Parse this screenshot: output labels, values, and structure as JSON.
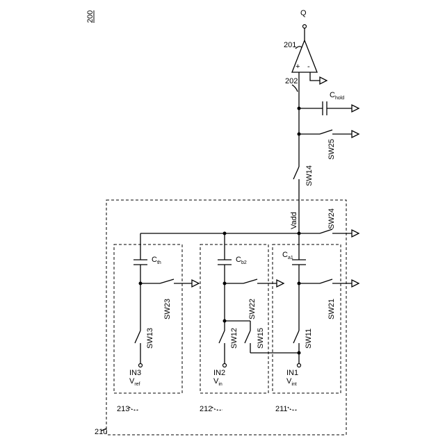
{
  "figure": {
    "number": "200",
    "output_label": "Q",
    "amp_ref": "201",
    "amp_plus": "+",
    "amp_minus": "-",
    "node_ref": "202",
    "c_hold": {
      "main": "C",
      "sub": "hold"
    },
    "sw25": "SW25",
    "sw14": "SW14",
    "v_add": "Vadd",
    "sw24": "SW24",
    "block_210": "210",
    "block_213": "213",
    "block_212": "212",
    "block_211": "211",
    "sw23": "SW23",
    "sw22": "SW22",
    "sw21": "SW21",
    "sw13": "SW13",
    "sw12": "SW12",
    "sw15": "SW15",
    "sw11": "SW11",
    "c_th": {
      "main": "C",
      "sub": "th"
    },
    "c_b2": {
      "main": "C",
      "sub": "b2"
    },
    "c_a1": {
      "main": "C",
      "sub": "a1"
    },
    "in3": {
      "name": "IN3",
      "main": "V",
      "sub": "ref"
    },
    "in2": {
      "name": "IN2",
      "main": "V",
      "sub": "in"
    },
    "in1": {
      "name": "IN1",
      "main": "V",
      "sub": "int"
    }
  }
}
